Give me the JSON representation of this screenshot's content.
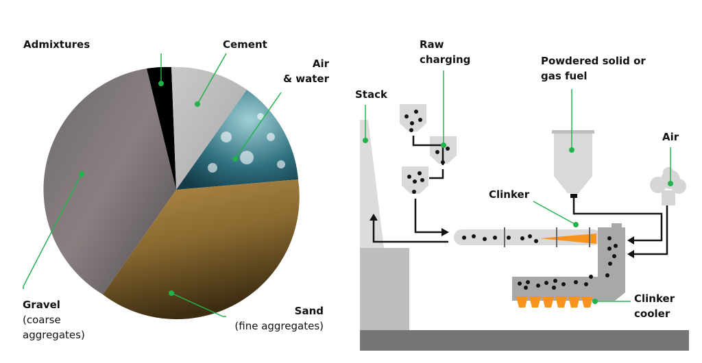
{
  "mix": {
    "admixtures": "Admixtures",
    "cement": "Cement",
    "air_water": [
      "Air",
      "& water"
    ],
    "gravel": [
      "Gravel",
      "(coarse",
      "aggregates)"
    ],
    "sand": [
      "Sand",
      "(fine aggregates)"
    ]
  },
  "kiln": {
    "stack": "Stack",
    "raw_charging": [
      "Raw",
      "charging"
    ],
    "fuel": [
      "Powdered solid or",
      "gas fuel"
    ],
    "air": "Air",
    "clinker": "Clinker",
    "clinker_cooler": [
      "Clinker",
      "cooler"
    ]
  },
  "colors": {
    "accent": "#22b24c",
    "flame": "#f7931e",
    "equipment": "#d6d6d6",
    "dark": "#757575"
  }
}
